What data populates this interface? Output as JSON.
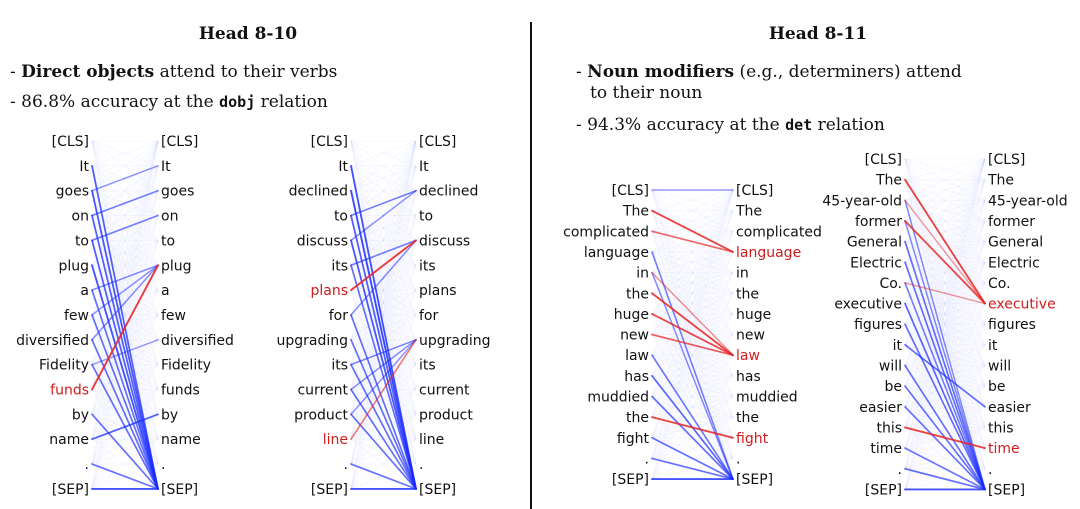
{
  "panels": [
    {
      "id": "head-8-10",
      "title": "Head 8-10",
      "bullets": [
        {
          "prefix": "- ",
          "bold": "Direct objects",
          "rest": " attend to their verbs"
        },
        {
          "prefix": "- ",
          "pre": "86.8% accuracy at the ",
          "mono": "dobj",
          "post": " relation"
        }
      ]
    },
    {
      "id": "head-8-11",
      "title": "Head 8-11",
      "bullets": [
        {
          "prefix": "- ",
          "bold": "Noun modifiers",
          "rest": " (e.g., determiners) attend",
          "line2": "to their noun"
        },
        {
          "prefix": "- ",
          "pre": "94.3% accuracy at the ",
          "mono": "det",
          "post": " relation"
        }
      ]
    }
  ],
  "examples": [
    {
      "id": "example-1",
      "tokens": [
        "[CLS]",
        "It",
        "goes",
        "on",
        "to",
        "plug",
        "a",
        "few",
        "diversified",
        "Fidelity",
        "funds",
        "by",
        "name",
        ".",
        "[SEP]"
      ],
      "highlight_left": [
        10
      ],
      "highlight_right": [],
      "attention": [
        {
          "from": 10,
          "to": 5,
          "weight": 0.9,
          "color": "red"
        },
        {
          "from": 1,
          "to": 14,
          "weight": 0.7,
          "color": "blue"
        },
        {
          "from": 2,
          "to": 14,
          "weight": 0.75,
          "color": "blue"
        },
        {
          "from": 3,
          "to": 14,
          "weight": 0.7,
          "color": "blue"
        },
        {
          "from": 4,
          "to": 14,
          "weight": 0.7,
          "color": "blue"
        },
        {
          "from": 5,
          "to": 14,
          "weight": 0.8,
          "color": "blue"
        },
        {
          "from": 6,
          "to": 14,
          "weight": 0.6,
          "color": "blue"
        },
        {
          "from": 7,
          "to": 14,
          "weight": 0.6,
          "color": "blue"
        },
        {
          "from": 8,
          "to": 14,
          "weight": 0.6,
          "color": "blue"
        },
        {
          "from": 9,
          "to": 14,
          "weight": 0.6,
          "color": "blue"
        },
        {
          "from": 11,
          "to": 14,
          "weight": 0.6,
          "color": "blue"
        },
        {
          "from": 12,
          "to": 11,
          "weight": 0.7,
          "color": "blue"
        },
        {
          "from": 13,
          "to": 14,
          "weight": 0.6,
          "color": "blue"
        },
        {
          "from": 14,
          "to": 14,
          "weight": 0.8,
          "color": "blue"
        },
        {
          "from": 3,
          "to": 2,
          "weight": 0.5,
          "color": "blue"
        },
        {
          "from": 4,
          "to": 3,
          "weight": 0.5,
          "color": "blue"
        },
        {
          "from": 6,
          "to": 5,
          "weight": 0.4,
          "color": "blue"
        },
        {
          "from": 8,
          "to": 5,
          "weight": 0.4,
          "color": "blue"
        },
        {
          "from": 7,
          "to": 5,
          "weight": 0.35,
          "color": "blue"
        },
        {
          "from": 2,
          "to": 1,
          "weight": 0.35,
          "color": "blue"
        },
        {
          "from": 9,
          "to": 8,
          "weight": 0.3,
          "color": "blue"
        }
      ]
    },
    {
      "id": "example-2",
      "tokens": [
        "[CLS]",
        "It",
        "declined",
        "to",
        "discuss",
        "its",
        "plans",
        "for",
        "upgrading",
        "its",
        "current",
        "product",
        "line",
        ".",
        "[SEP]"
      ],
      "highlight_left": [
        6,
        12
      ],
      "highlight_right": [],
      "attention": [
        {
          "from": 6,
          "to": 4,
          "weight": 0.9,
          "color": "red"
        },
        {
          "from": 12,
          "to": 8,
          "weight": 0.5,
          "color": "red"
        },
        {
          "from": 1,
          "to": 14,
          "weight": 0.8,
          "color": "blue"
        },
        {
          "from": 2,
          "to": 14,
          "weight": 0.85,
          "color": "blue"
        },
        {
          "from": 3,
          "to": 14,
          "weight": 0.7,
          "color": "blue"
        },
        {
          "from": 4,
          "to": 14,
          "weight": 0.75,
          "color": "blue"
        },
        {
          "from": 5,
          "to": 14,
          "weight": 0.6,
          "color": "blue"
        },
        {
          "from": 7,
          "to": 14,
          "weight": 0.6,
          "color": "blue"
        },
        {
          "from": 8,
          "to": 14,
          "weight": 0.6,
          "color": "blue"
        },
        {
          "from": 9,
          "to": 14,
          "weight": 0.6,
          "color": "blue"
        },
        {
          "from": 10,
          "to": 14,
          "weight": 0.6,
          "color": "blue"
        },
        {
          "from": 11,
          "to": 14,
          "weight": 0.6,
          "color": "blue"
        },
        {
          "from": 13,
          "to": 14,
          "weight": 0.6,
          "color": "blue"
        },
        {
          "from": 14,
          "to": 14,
          "weight": 0.8,
          "color": "blue"
        },
        {
          "from": 3,
          "to": 2,
          "weight": 0.5,
          "color": "blue"
        },
        {
          "from": 5,
          "to": 4,
          "weight": 0.5,
          "color": "blue"
        },
        {
          "from": 7,
          "to": 4,
          "weight": 0.4,
          "color": "blue"
        },
        {
          "from": 9,
          "to": 8,
          "weight": 0.45,
          "color": "blue"
        },
        {
          "from": 10,
          "to": 8,
          "weight": 0.4,
          "color": "blue"
        },
        {
          "from": 11,
          "to": 8,
          "weight": 0.35,
          "color": "blue"
        },
        {
          "from": 4,
          "to": 2,
          "weight": 0.35,
          "color": "blue"
        }
      ]
    },
    {
      "id": "example-3",
      "tokens": [
        "[CLS]",
        "The",
        "complicated",
        "language",
        "in",
        "the",
        "huge",
        "new",
        "law",
        "has",
        "muddied",
        "the",
        "fight",
        ".",
        "[SEP]"
      ],
      "highlight_left": [],
      "highlight_right": [
        3,
        8,
        12
      ],
      "attention": [
        {
          "from": 1,
          "to": 3,
          "weight": 0.85,
          "color": "red"
        },
        {
          "from": 2,
          "to": 3,
          "weight": 0.6,
          "color": "red"
        },
        {
          "from": 5,
          "to": 8,
          "weight": 0.85,
          "color": "red"
        },
        {
          "from": 6,
          "to": 8,
          "weight": 0.8,
          "color": "red"
        },
        {
          "from": 7,
          "to": 8,
          "weight": 0.7,
          "color": "red"
        },
        {
          "from": 11,
          "to": 12,
          "weight": 0.85,
          "color": "red"
        },
        {
          "from": 4,
          "to": 8,
          "weight": 0.35,
          "color": "red"
        },
        {
          "from": 3,
          "to": 14,
          "weight": 0.5,
          "color": "blue"
        },
        {
          "from": 8,
          "to": 14,
          "weight": 0.55,
          "color": "blue"
        },
        {
          "from": 9,
          "to": 14,
          "weight": 0.65,
          "color": "blue"
        },
        {
          "from": 10,
          "to": 14,
          "weight": 0.6,
          "color": "blue"
        },
        {
          "from": 12,
          "to": 14,
          "weight": 0.6,
          "color": "blue"
        },
        {
          "from": 13,
          "to": 14,
          "weight": 0.6,
          "color": "blue"
        },
        {
          "from": 14,
          "to": 14,
          "weight": 0.8,
          "color": "blue"
        },
        {
          "from": 4,
          "to": 14,
          "weight": 0.4,
          "color": "blue"
        },
        {
          "from": 0,
          "to": 0,
          "weight": 0.3,
          "color": "blue"
        }
      ]
    },
    {
      "id": "example-4",
      "tokens": [
        "[CLS]",
        "The",
        "45-year-old",
        "former",
        "General",
        "Electric",
        "Co.",
        "executive",
        "figures",
        "it",
        "will",
        "be",
        "easier",
        "this",
        "time",
        ".",
        "[SEP]"
      ],
      "highlight_left": [],
      "highlight_right": [
        7,
        14
      ],
      "attention": [
        {
          "from": 1,
          "to": 7,
          "weight": 0.85,
          "color": "red"
        },
        {
          "from": 3,
          "to": 7,
          "weight": 0.8,
          "color": "red"
        },
        {
          "from": 13,
          "to": 14,
          "weight": 0.85,
          "color": "red"
        },
        {
          "from": 2,
          "to": 7,
          "weight": 0.3,
          "color": "red"
        },
        {
          "from": 6,
          "to": 7,
          "weight": 0.3,
          "color": "red"
        },
        {
          "from": 4,
          "to": 16,
          "weight": 0.6,
          "color": "blue"
        },
        {
          "from": 5,
          "to": 16,
          "weight": 0.6,
          "color": "blue"
        },
        {
          "from": 6,
          "to": 16,
          "weight": 0.5,
          "color": "blue"
        },
        {
          "from": 7,
          "to": 16,
          "weight": 0.65,
          "color": "blue"
        },
        {
          "from": 8,
          "to": 16,
          "weight": 0.6,
          "color": "blue"
        },
        {
          "from": 9,
          "to": 12,
          "weight": 0.6,
          "color": "blue"
        },
        {
          "from": 10,
          "to": 16,
          "weight": 0.6,
          "color": "blue"
        },
        {
          "from": 11,
          "to": 16,
          "weight": 0.6,
          "color": "blue"
        },
        {
          "from": 12,
          "to": 16,
          "weight": 0.6,
          "color": "blue"
        },
        {
          "from": 14,
          "to": 16,
          "weight": 0.55,
          "color": "blue"
        },
        {
          "from": 15,
          "to": 16,
          "weight": 0.6,
          "color": "blue"
        },
        {
          "from": 16,
          "to": 16,
          "weight": 0.8,
          "color": "blue"
        },
        {
          "from": 3,
          "to": 16,
          "weight": 0.4,
          "color": "blue"
        },
        {
          "from": 2,
          "to": 16,
          "weight": 0.4,
          "color": "blue"
        }
      ]
    }
  ],
  "colors": {
    "red": "#e8231f",
    "blue": "#1a2bff",
    "faint": "#aab2ff",
    "text": "#111111",
    "highlight_text": "#d01c1c",
    "background": "#ffffff"
  }
}
